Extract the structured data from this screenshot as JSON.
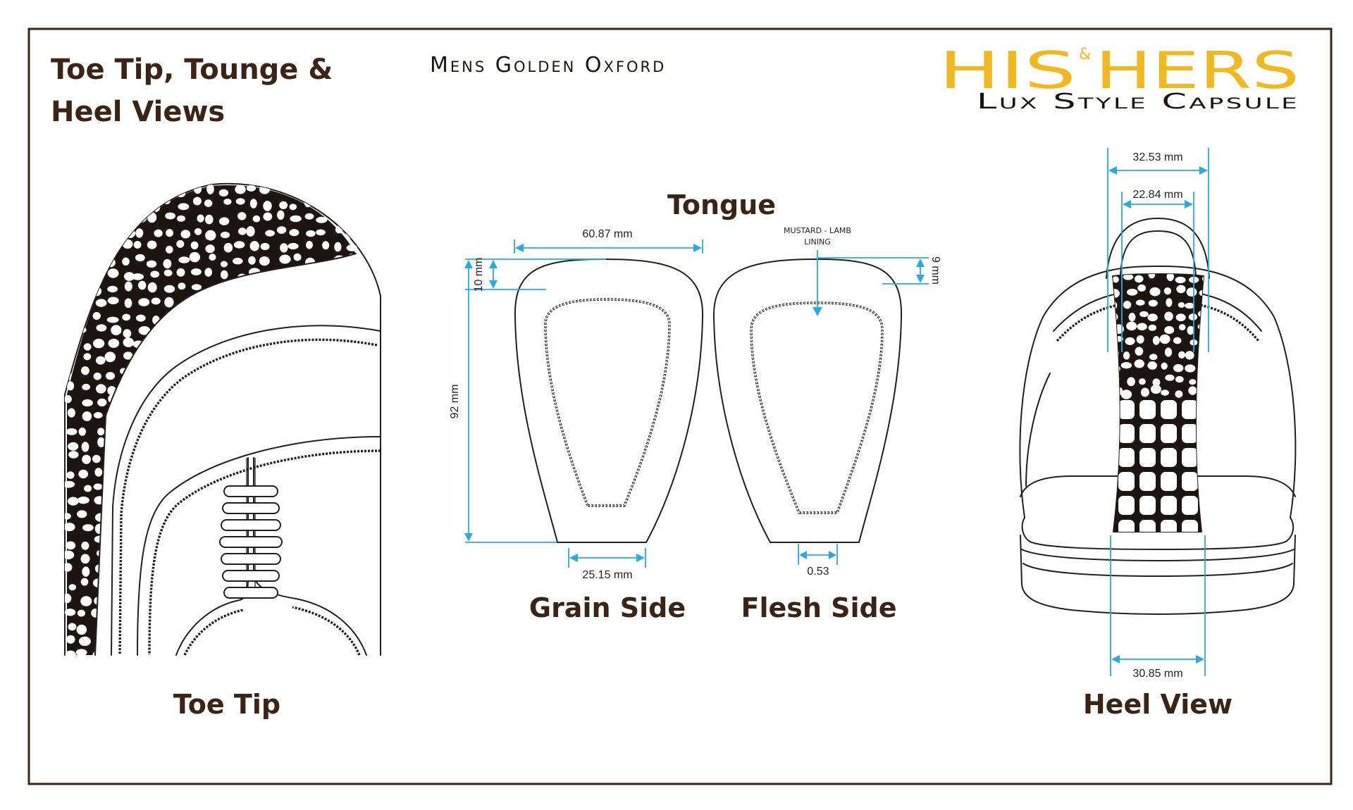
{
  "header": {
    "section_title_line1": "Toe Tip, Tounge &",
    "section_title_line2": "Heel Views",
    "product_title": "Mens Golden Oxford",
    "brand": {
      "his": "HIS",
      "amp": "&",
      "hers": "HERS",
      "tagline": "Lux Style Capsule"
    }
  },
  "toe_tip": {
    "label": "Toe Tip"
  },
  "tongue": {
    "title": "Tongue",
    "grain_side": {
      "label": "Grain Side",
      "top_width": "60.87 mm",
      "bottom_width": "25.15 mm",
      "height": "92 mm",
      "top_margin": "10 mm"
    },
    "flesh_side": {
      "label": "Flesh Side",
      "note_line1": "MUSTARD - LAMB",
      "note_line2": "LINING",
      "top_margin": "9 mm",
      "bottom_width": "0.53"
    }
  },
  "heel": {
    "label": "Heel View",
    "top_outer_width": "32.53 mm",
    "top_inner_width": "22.84 mm",
    "bottom_width": "30.85 mm"
  },
  "colors": {
    "frame": "#3a2416",
    "heading": "#3a2416",
    "brand_gold": "#f2b81f",
    "dimension_blue": "#29abe2",
    "line_ink": "#231f20"
  }
}
